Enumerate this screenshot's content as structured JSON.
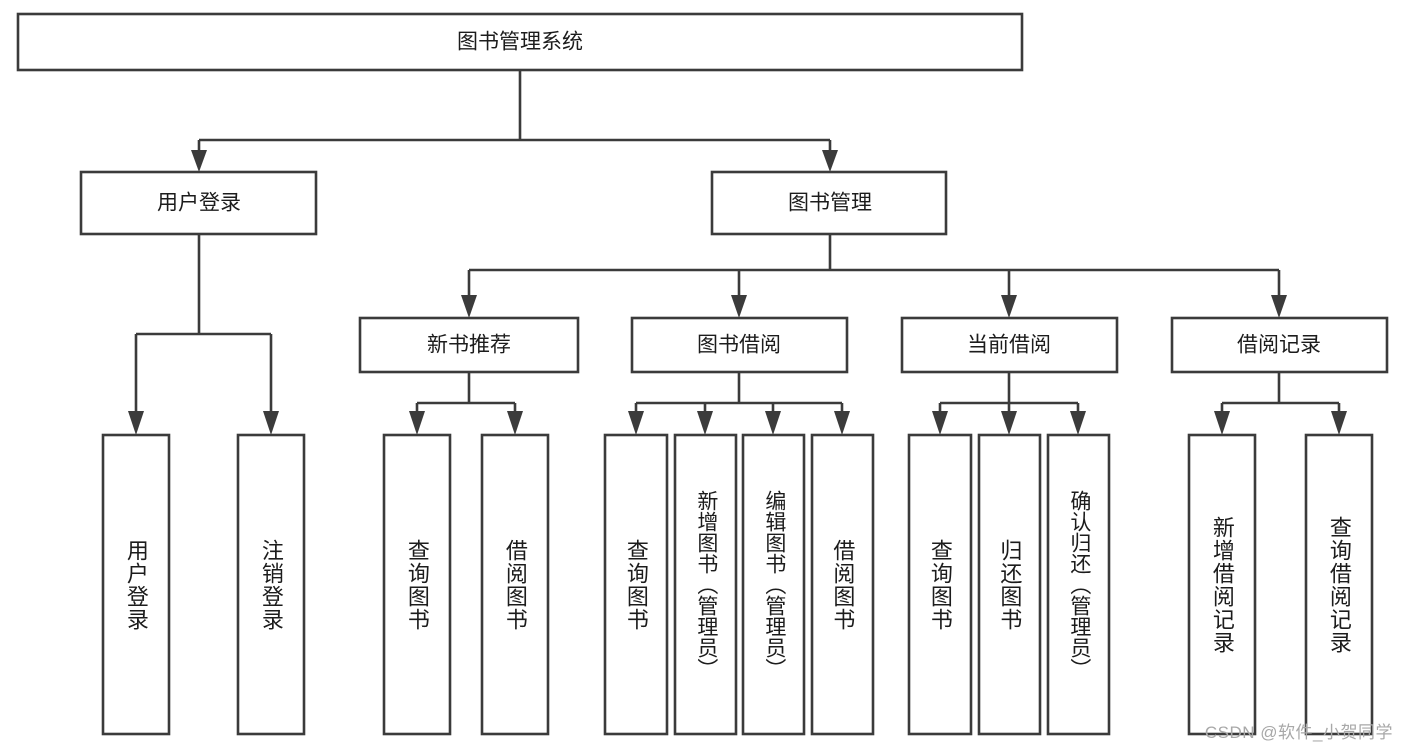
{
  "diagram": {
    "type": "tree-hierarchy",
    "title": "图书管理系统",
    "orientation": "top-down",
    "colors": {
      "box_stroke": "#3b3b3b",
      "box_fill": "#ffffff",
      "text": "#1c1c1c",
      "connector": "#3b3b3b",
      "watermark": "#a8a8a8",
      "background": "#ffffff"
    },
    "root": {
      "label": "图书管理系统",
      "name": "root-node-library-management-system"
    },
    "level1": [
      {
        "label": "用户登录",
        "name": "node-user-login"
      },
      {
        "label": "图书管理",
        "name": "node-book-management"
      }
    ],
    "level2": [
      {
        "label": "新书推荐",
        "name": "node-new-book-recommend"
      },
      {
        "label": "图书借阅",
        "name": "node-book-borrow"
      },
      {
        "label": "当前借阅",
        "name": "node-current-borrow"
      },
      {
        "label": "借阅记录",
        "name": "node-borrow-records"
      }
    ],
    "leaves": {
      "user_login": [
        {
          "label": "用户登录",
          "name": "leaf-user-login"
        },
        {
          "label": "注销登录",
          "name": "leaf-logout"
        }
      ],
      "new_book_recommend": [
        {
          "label": "查询图书",
          "name": "leaf-query-book-recommend"
        },
        {
          "label": "借阅图书",
          "name": "leaf-borrow-book-recommend"
        }
      ],
      "book_borrow": [
        {
          "label": "查询图书",
          "name": "leaf-query-book-borrow"
        },
        {
          "label": "新增图书（管理员）",
          "name": "leaf-add-book-admin"
        },
        {
          "label": "编辑图书（管理员）",
          "name": "leaf-edit-book-admin"
        },
        {
          "label": "借阅图书",
          "name": "leaf-borrow-book"
        }
      ],
      "current_borrow": [
        {
          "label": "查询图书",
          "name": "leaf-query-book-current"
        },
        {
          "label": "归还图书",
          "name": "leaf-return-book"
        },
        {
          "label": "确认归还（管理员）",
          "name": "leaf-confirm-return-admin"
        }
      ],
      "borrow_records": [
        {
          "label": "新增借阅记录",
          "name": "leaf-add-borrow-record"
        },
        {
          "label": "查询借阅记录",
          "name": "leaf-query-borrow-record"
        }
      ]
    }
  },
  "watermark": {
    "text": "CSDN @软件_小贺同学"
  }
}
